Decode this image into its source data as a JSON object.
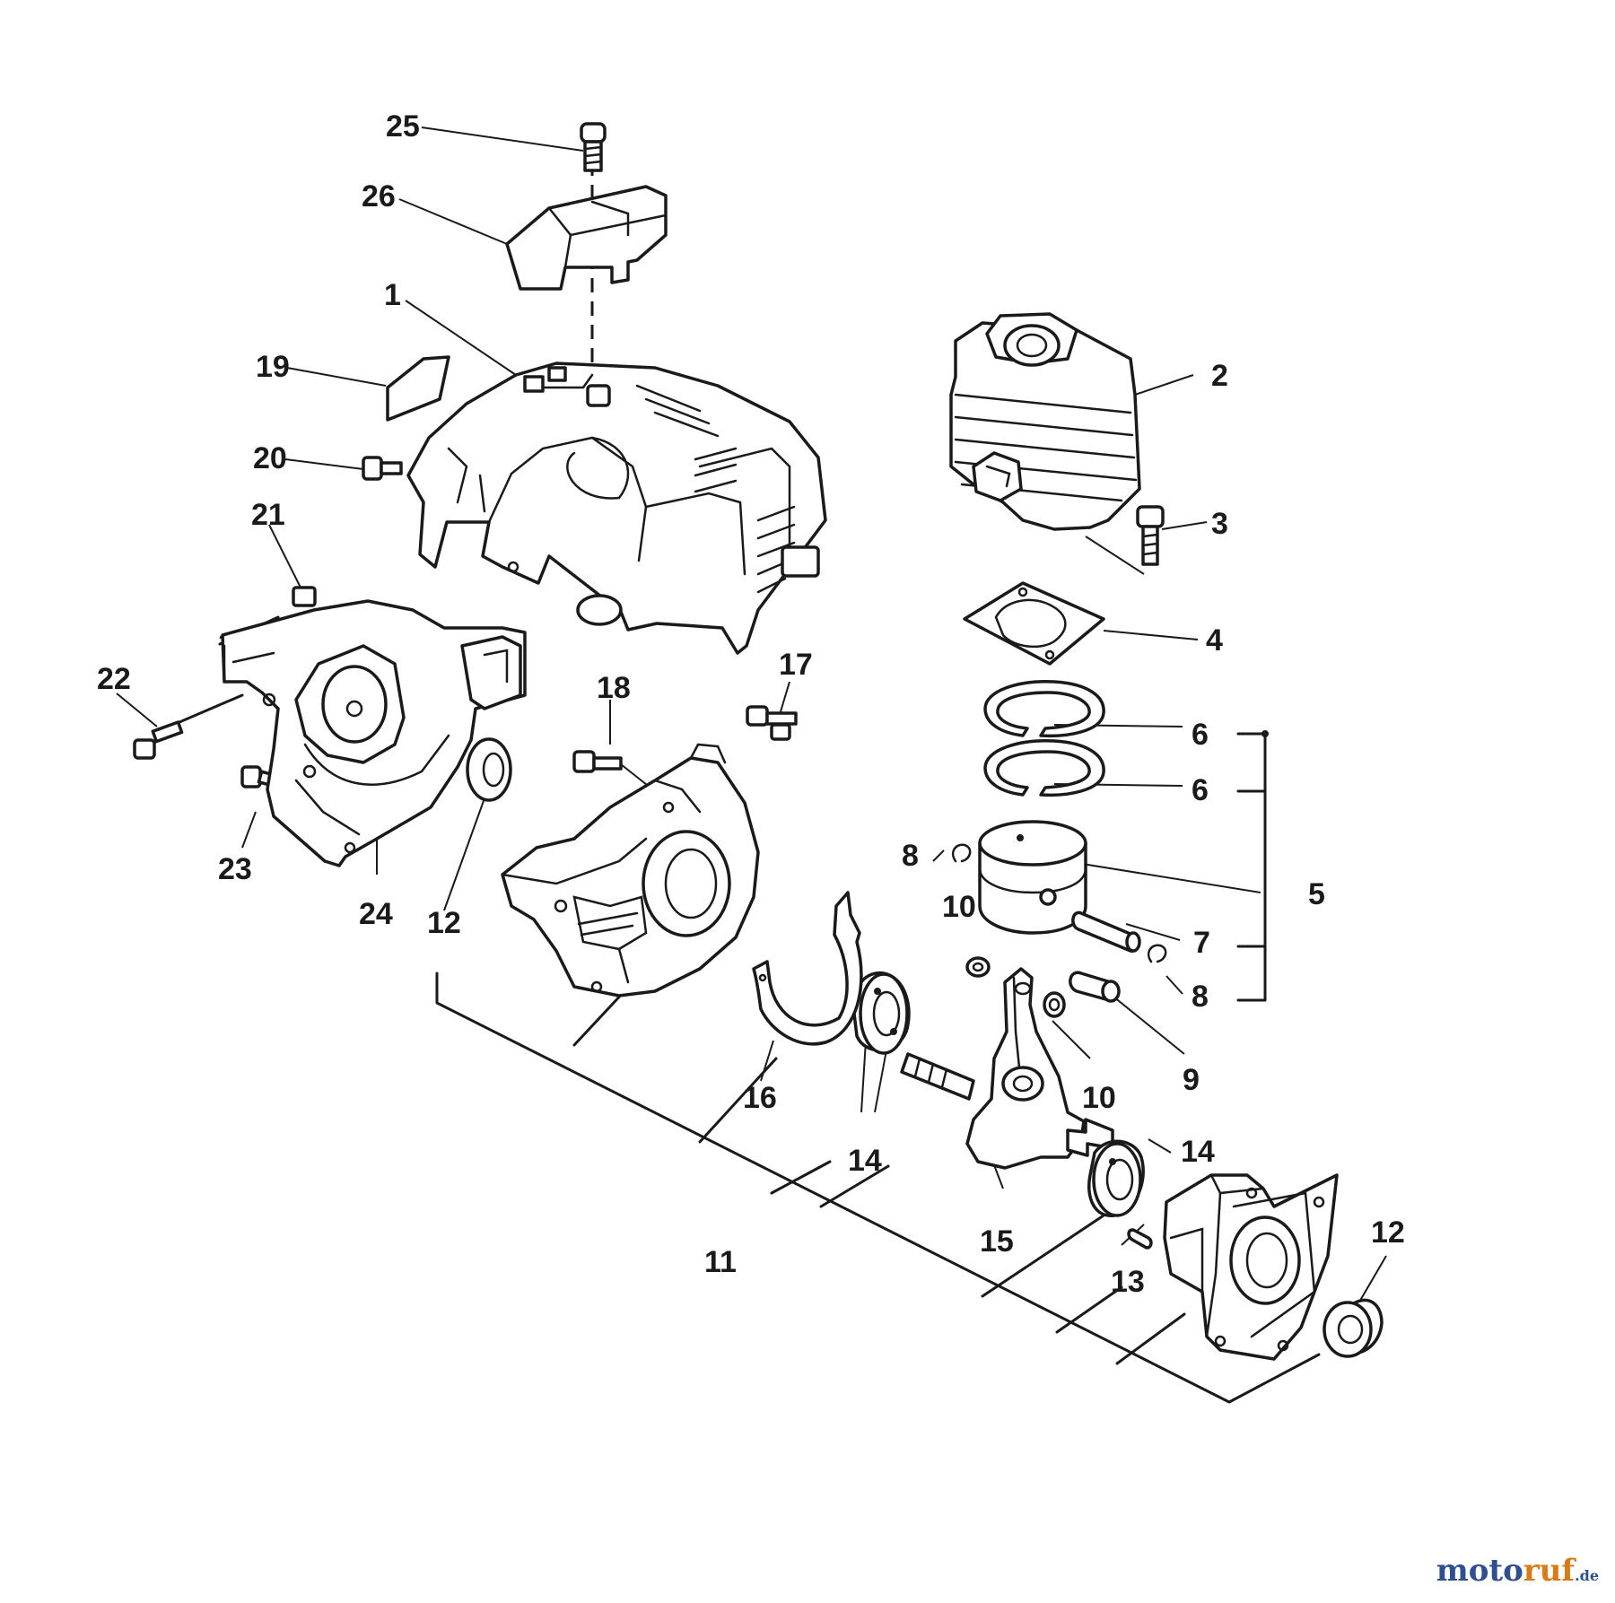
{
  "labels": {
    "p1": "1",
    "p2": "2",
    "p3": "3",
    "p4": "4",
    "p5": "5",
    "p6a": "6",
    "p6b": "6",
    "p7": "7",
    "p8a": "8",
    "p8b": "8",
    "p9": "9",
    "p10a": "10",
    "p10b": "10",
    "p11": "11",
    "p12a": "12",
    "p12b": "12",
    "p13": "13",
    "p14a": "14",
    "p14b": "14",
    "p15": "15",
    "p16": "16",
    "p17": "17",
    "p18": "18",
    "p19": "19",
    "p20": "20",
    "p21": "21",
    "p22": "22",
    "p23": "23",
    "p24": "24",
    "p25": "25",
    "p26": "26"
  },
  "watermark": {
    "part1": "moto",
    "part2": "ruf",
    "part3": ".de"
  },
  "colors": {
    "ink": "#1a1a1a",
    "watermark_blue": "#2f4f8f",
    "watermark_orange": "#d97a17"
  }
}
